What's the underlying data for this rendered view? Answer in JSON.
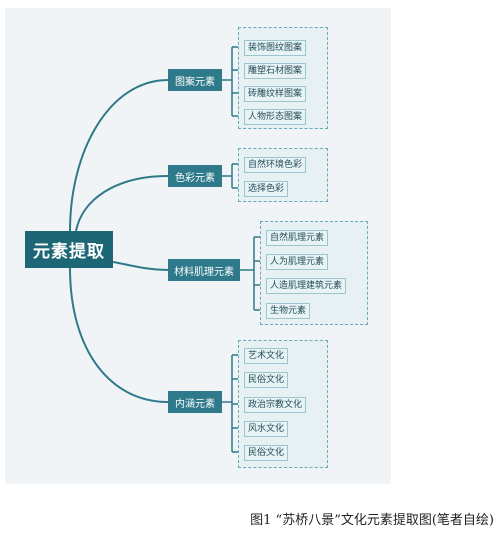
{
  "diagram": {
    "root": "元素提取",
    "categories": [
      {
        "label": "图案元素",
        "items": [
          "装饰图纹图案",
          "雕塑石材图案",
          "砖雕纹样图案",
          "人物形态图案"
        ]
      },
      {
        "label": "色彩元素",
        "items": [
          "自然环境色彩",
          "选择色彩"
        ]
      },
      {
        "label": "材料肌理元素",
        "items": [
          "自然肌理元素",
          "人为肌理元素",
          "人造肌理建筑元素",
          "生物元素"
        ]
      },
      {
        "label": "内涵元素",
        "items": [
          "艺术文化",
          "民俗文化",
          "政治宗教文化",
          "风水文化",
          "民俗文化"
        ]
      }
    ]
  },
  "caption": "图1 “苏桥八景”文化元素提取图(笔者自绘)",
  "colors": {
    "root_fill": "#1d6675",
    "category_fill": "#2e7a8a",
    "connector": "#2e7a8a",
    "group_border": "#6aa9b6"
  }
}
